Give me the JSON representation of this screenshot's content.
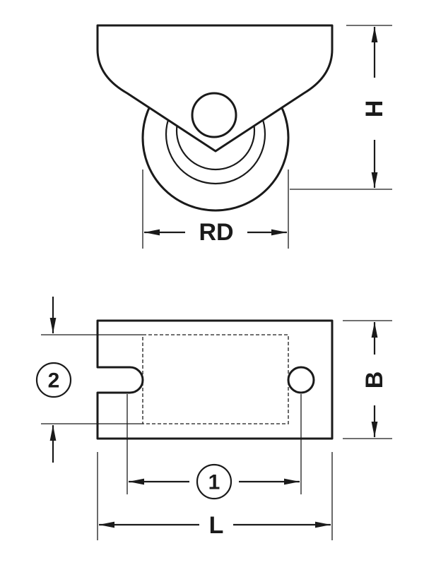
{
  "labels": {
    "height": "H",
    "wheel_diameter": "RD",
    "width": "B",
    "length": "L",
    "callout_1": "1",
    "callout_2": "2"
  },
  "colors": {
    "line": "#1a1a1a",
    "background": "#ffffff"
  }
}
